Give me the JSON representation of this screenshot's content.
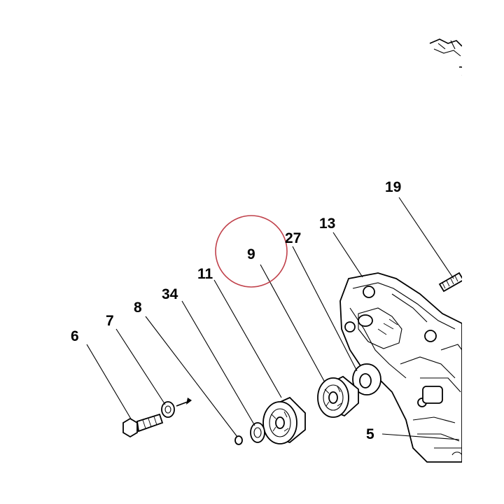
{
  "labels": {
    "part_6": "6",
    "part_7": "7",
    "part_8": "8",
    "part_34": "34",
    "part_11": "11",
    "part_9": "9",
    "part_27": "27",
    "part_13": "13",
    "part_19": "19",
    "part_5": "5"
  },
  "colors": {
    "highlight_circle": "#c0404a",
    "line": "#000000",
    "background": "#ffffff"
  }
}
